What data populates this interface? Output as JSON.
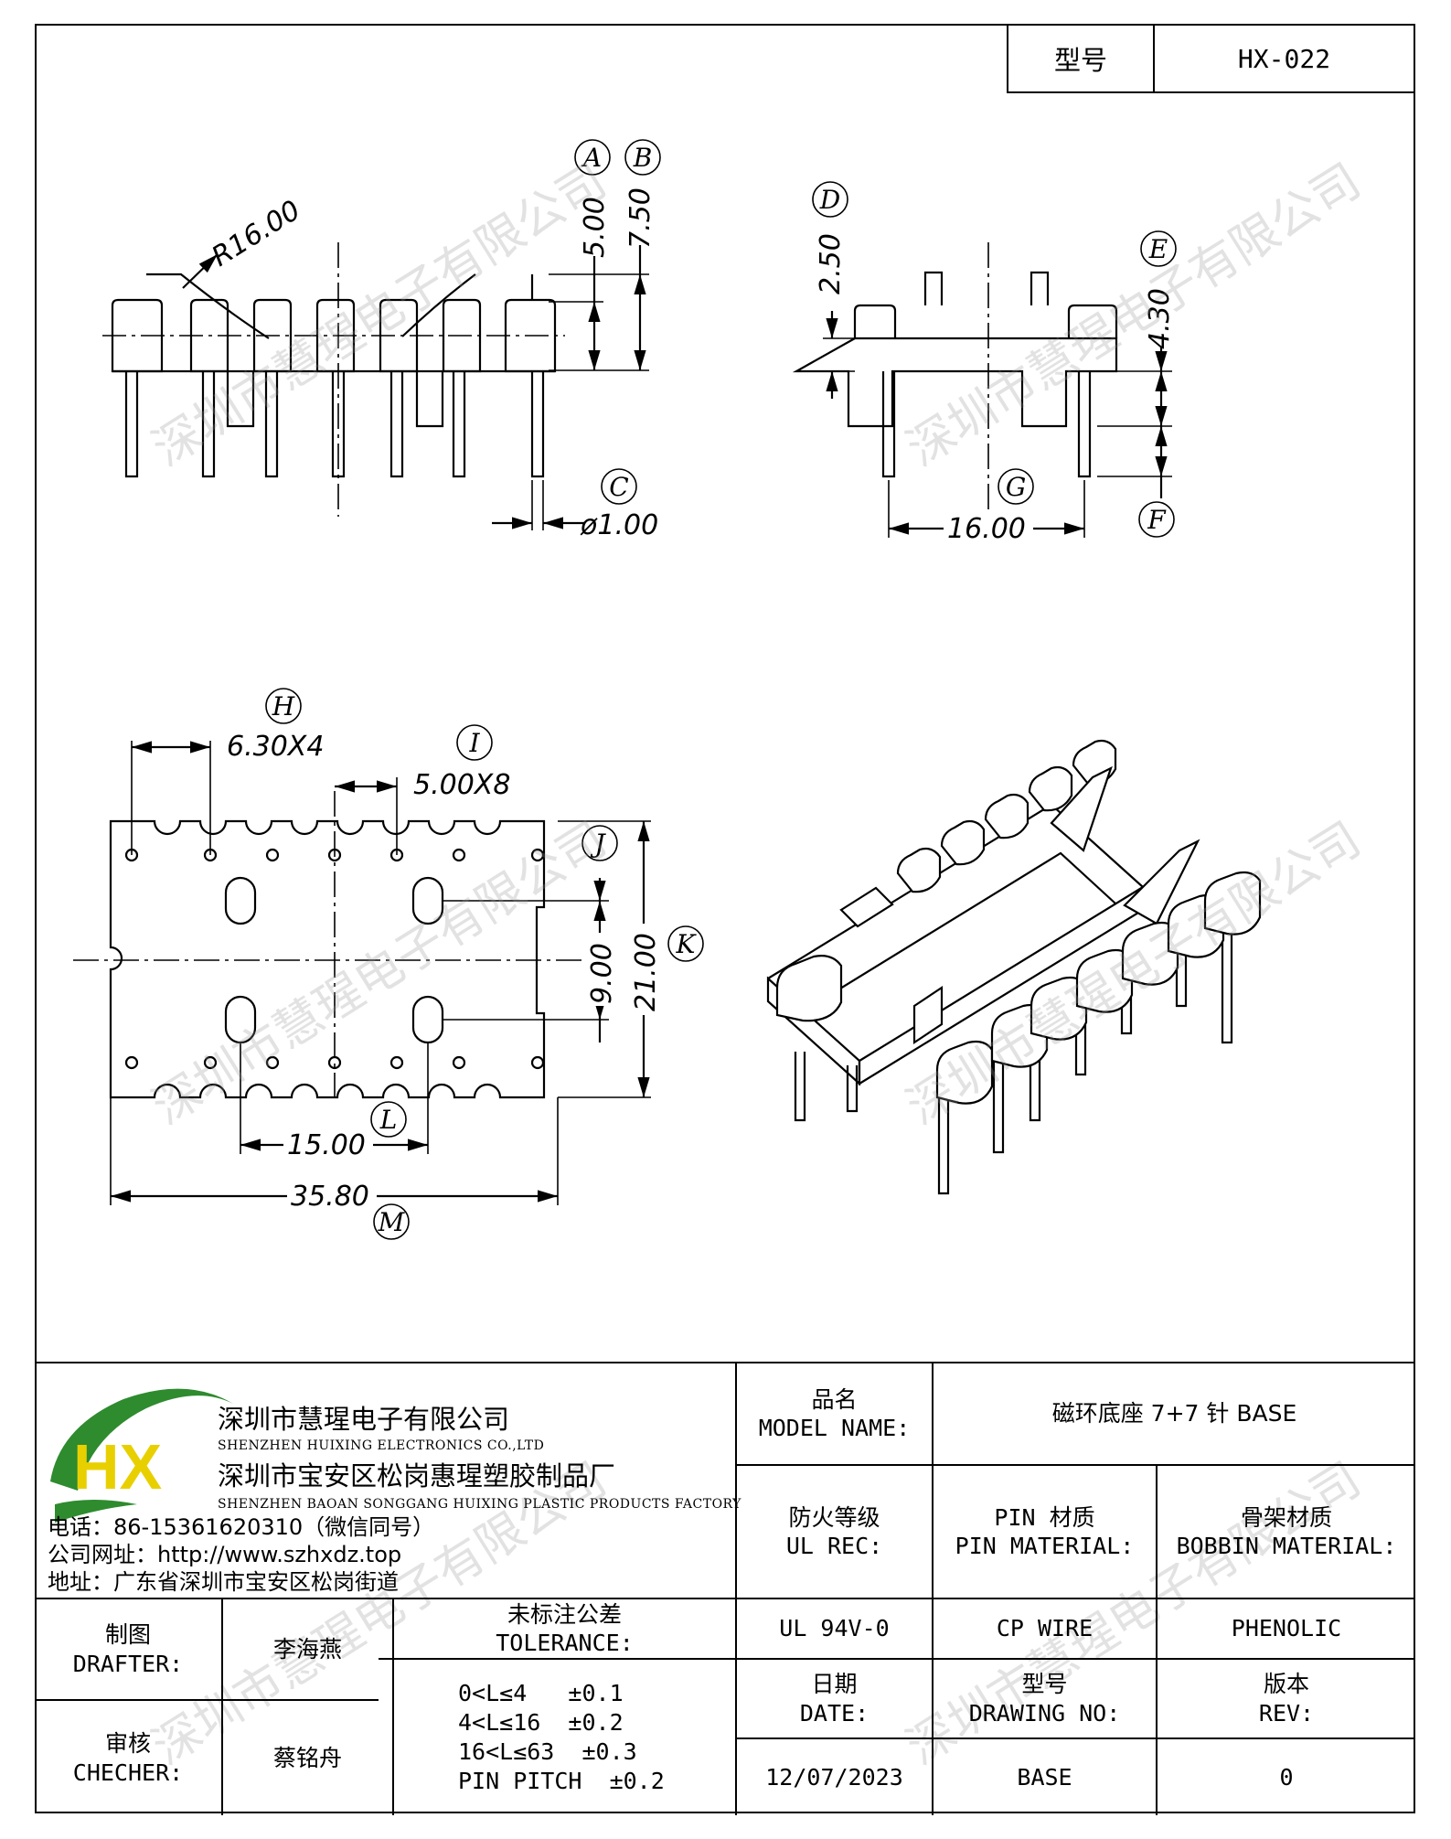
{
  "header": {
    "model_label": "型号",
    "model_value": "HX-022"
  },
  "dimensions": {
    "r16": "R16.00",
    "d500": "5.00",
    "d750": "7.50",
    "d100": "ø1.00",
    "d250": "2.50",
    "d430": "4.30",
    "d1600": "16.00",
    "d630": "6.30X4",
    "d500x8": "5.00X8",
    "d900": "9.00",
    "d2100": "21.00",
    "d1500": "15.00",
    "d3580": "35.80"
  },
  "callouts": [
    "A",
    "B",
    "C",
    "D",
    "E",
    "F",
    "G",
    "H",
    "I",
    "J",
    "K",
    "L",
    "M"
  ],
  "watermark": "深圳市慧瑆电子有限公司",
  "company": {
    "name_cn": "深圳市慧瑆电子有限公司",
    "name_en": "SHENZHEN HUIXING ELECTRONICS CO.,LTD",
    "factory_cn": "深圳市宝安区松岗惠瑆塑胶制品厂",
    "factory_en": "SHENZHEN BAOAN SONGGANG HUIXING PLASTIC PRODUCTS FACTORY",
    "phone": "电话：86-15361620310（微信同号）",
    "website": "公司网址：http://www.szhxdz.top",
    "address": "地址：广东省深圳市宝安区松岗街道",
    "logo_text": "HX",
    "colors": {
      "green": "#2e8b2e",
      "yellow": "#e8d000"
    }
  },
  "title_block": {
    "model_name_cn": "品名",
    "model_name_en": "MODEL NAME:",
    "model_name_value": "磁环底座 7+7 针 BASE",
    "ul_cn": "防火等级",
    "ul_en": "UL REC:",
    "pin_cn": "PIN 材质",
    "pin_en": "PIN MATERIAL:",
    "bobbin_cn": "骨架材质",
    "bobbin_en": "BOBBIN MATERIAL:",
    "ul_value": "UL 94V-0",
    "pin_value": "CP WIRE",
    "bobbin_value": "PHENOLIC",
    "drafter_cn": "制图",
    "drafter_en": "DRAFTER:",
    "drafter_name": "李海燕",
    "checker_cn": "审核",
    "checker_en": "CHECHER:",
    "checker_name": "蔡铭舟",
    "tolerance_cn": "未标注公差",
    "tolerance_en": "TOLERANCE:",
    "tolerances": [
      "0<L≤4   ±0.1",
      "4<L≤16  ±0.2",
      "16<L≤63  ±0.3",
      "PIN PITCH  ±0.2"
    ],
    "date_cn": "日期",
    "date_en": "DATE:",
    "date_value": "12/07/2023",
    "drawing_cn": "型号",
    "drawing_en": "DRAWING NO:",
    "drawing_value": "BASE",
    "rev_cn": "版本",
    "rev_en": "REV:",
    "rev_value": "0"
  }
}
